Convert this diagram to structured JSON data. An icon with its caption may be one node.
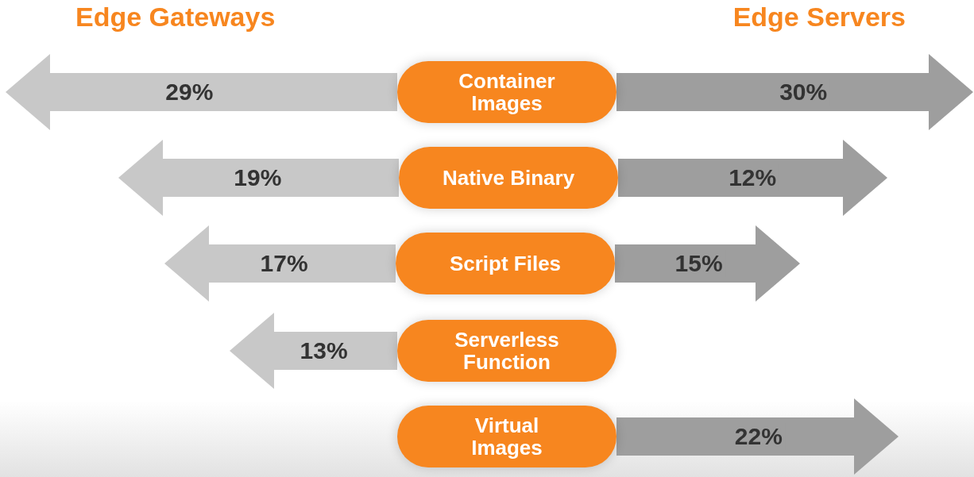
{
  "diagram": {
    "nodes": [
      {
        "text": [
          "Container Images"
        ]
      },
      {
        "text": [
          "Native Binary"
        ]
      },
      {
        "text": [
          "Script Files"
        ]
      },
      {
        "text": [
          "Serverless Function"
        ]
      },
      {
        "text": [
          "Virtual Images"
        ]
      }
    ],
    "edges": [
      {
        "from": 0,
        "to": null,
        "arrow": "to",
        "label": "29%",
        "color": "#c8c8c8"
      },
      {
        "from": 0,
        "to": null,
        "arrow": "to",
        "label": "30%",
        "color": "#9e9e9e"
      },
      {
        "from": 1,
        "to": null,
        "arrow": "to",
        "label": "19%",
        "color": "#c8c8c8"
      },
      {
        "from": 1,
        "to": null,
        "arrow": "to",
        "label": "12%",
        "color": "#9e9e9e"
      },
      {
        "from": 2,
        "to": null,
        "arrow": "to",
        "label": "17%",
        "color": "#c8c8c8"
      },
      {
        "from": 2,
        "to": null,
        "arrow": "to",
        "label": "15%",
        "color": "#9e9e9e"
      },
      {
        "from": 3,
        "to": null,
        "arrow": "to",
        "label": "13%",
        "color": "#c8c8c8"
      },
      {
        "from": 4,
        "to": null,
        "arrow": "to",
        "label": "22%",
        "color": "#9e9e9e"
      }
    ],
    "labels": [
      "Edge Gateways",
      "Edge Servers"
    ]
  }
}
